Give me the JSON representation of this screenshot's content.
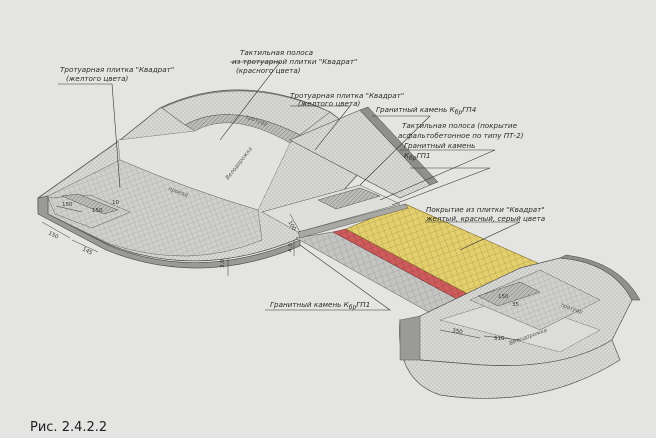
{
  "labels": {
    "paving_yellow_top": "Тротуарная плитка \"Квадрат\"",
    "paving_yellow_bottom": "(желтого цвета)",
    "tactile_red_1": "Тактильная полоса",
    "tactile_red_2": "из тротуарной плитки \"Квадрат\"",
    "tactile_red_3": "(красного цвета)",
    "paving_yellow2_top": "Тротуарная плитка \"Квадрат\"",
    "paving_yellow2_bottom": "(желтого цвета)",
    "granite_gp4": "Гранитный камень К",
    "granite_gp4_sub": "бр",
    "granite_gp4_tail": "ГП4",
    "tactile_asphalt_1": "Тактильная полоса (покрытие",
    "tactile_asphalt_2": "асфальтобетонное по типу ПТ-2)",
    "granite_gp1_top_1": "Гранитный камень",
    "granite_gp1_top_2": "К",
    "granite_gp1_top_sub": "бр",
    "granite_gp1_top_tail": "ГП1",
    "crossing_1": "Покрытие из плитки \"Квадрат\"",
    "crossing_2": "желтый, красный, серый цвета",
    "granite_gp1_bottom": "Гранитный камень К",
    "granite_gp1_bottom_sub": "бр",
    "granite_gp1_bottom_tail": "ГП1",
    "ground_top": "тротуар",
    "ground_left": "проезд",
    "ground_left2": "Велодорожка",
    "ground_right": "тротуар",
    "ground_right2": "Велодорожка"
  },
  "dimensions": [
    "150",
    "145",
    "150",
    "3,0",
    "150",
    "100",
    "10",
    "4,0",
    "150",
    "35",
    "350",
    "510"
  ],
  "caption": "Рис. 2.4.2.2"
}
